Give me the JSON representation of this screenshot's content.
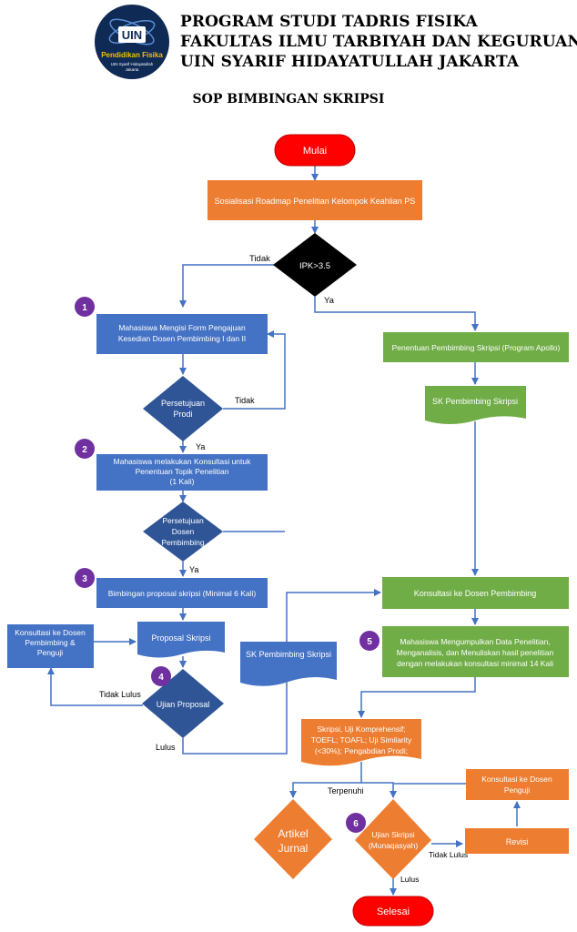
{
  "header": {
    "line1": "PROGRAM STUDI TADRIS FISIKA",
    "line2": "FAKULTAS ILMU TARBIYAH DAN KEGURUAN",
    "line3": "UIN SYARIF HIDAYATULLAH JAKARTA",
    "title": "SOP BIMBINGAN SKRIPSI"
  },
  "logo": {
    "mark": "UIN",
    "name": "Pendidikan Fisika",
    "sub1": "UIN Syarif Hidayatullah",
    "sub2": "Jakarta"
  },
  "colors": {
    "blue": "#4472c4",
    "blue_dark": "#2f5597",
    "orange": "#ed7d31",
    "green": "#70ad47",
    "red": "#ff0000",
    "purple": "#7030a0",
    "black": "#000000"
  },
  "flow": {
    "start": "Mulai",
    "sosialisasi": "Sosialisasi Roadmap Penelitian Kelompok Keahlian PS",
    "ipk": "IPK>3.5",
    "ipk_no": "Tidak",
    "ipk_yes": "Ya",
    "form": [
      "Mahasiswa Mengisi Form Pengajuan",
      "Kesedian Dosen Pembimbing I dan II"
    ],
    "prodi": [
      "Persetujuan",
      "Prodi"
    ],
    "prodi_no": "Tidak",
    "prodi_yes": "Ya",
    "konsultasi_topik": [
      "Mahasiswa melakukan Konsultasi untuk",
      "Penentuan Topik Penelitian",
      "(1 Kali)"
    ],
    "persetujuan_dosen": [
      "Persetujuan",
      "Dosen",
      "Pembimbing"
    ],
    "dosen_yes": "Ya",
    "bimbingan": "Bimbingan proposal skripsi (Minimal 6 Kali)",
    "konsultasi_penguji": [
      "Konsultasi ke Dosen",
      "Pembimbing &",
      "Penguji"
    ],
    "proposal": "Proposal Skripsi",
    "ujian_proposal": "Ujian Proposal",
    "tidak_lulus": "Tidak Lulus",
    "lulus": "Lulus",
    "sk_left": "SK Pembimbing Skripsi",
    "penentuan": "Penentuan Pembimbing Skripsi (Program Apollo)",
    "sk_right": "SK Pembimbing Skripsi",
    "konsultasi_dosen": "Konsultasi ke Dosen Pembimbing",
    "mengumpulkan": [
      "Mahasiswa Mengumpulkan Data Penelitian,",
      "Menganalisis, dan Menuliskan hasil penelitian",
      "dengan melakukan konsultasi minimal 14 Kali"
    ],
    "syarat": [
      "Skripsi, Uji Komprehensif;",
      "TOEFL; TOAFL; Uji Similarity",
      "(<30%); Pengabdian Prodi;"
    ],
    "terpenuhi": "Terpenuhi",
    "artikel": [
      "Artikel",
      "Jurnal"
    ],
    "ujian_skripsi": [
      "Ujian Skripsi",
      "(Munaqasyah)"
    ],
    "skripsi_tidak_lulus": "Tidak Lulus",
    "skripsi_lulus": "Lulus",
    "revisi": "Revisi",
    "konsultasi_dosen_penguji": [
      "Konsultasi ke Dosen",
      "Penguji"
    ],
    "end": "Selesai"
  },
  "steps": [
    "1",
    "2",
    "3",
    "4",
    "5",
    "6"
  ]
}
